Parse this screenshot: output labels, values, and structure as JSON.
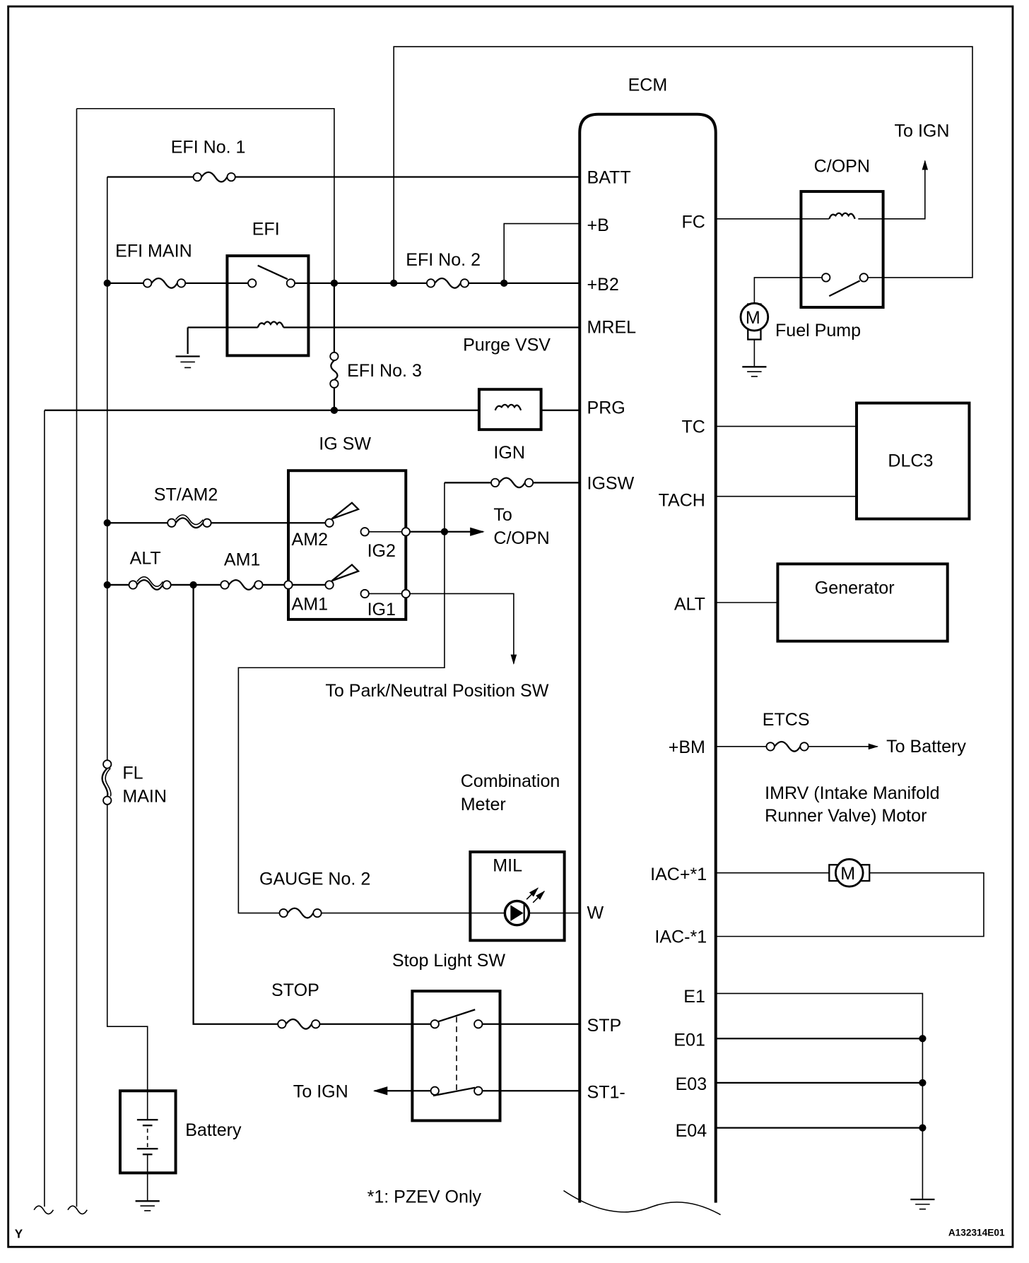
{
  "diagram": {
    "reference_code": "A132314E01",
    "corner_mark": "Y",
    "footnote": "*1: PZEV Only",
    "ecm": {
      "title": "ECM",
      "left_pins": [
        "BATT",
        "+B",
        "+B2",
        "MREL",
        "PRG",
        "IGSW",
        "W",
        "STP",
        "ST1-"
      ],
      "right_pins": [
        "FC",
        "TC",
        "TACH",
        "ALT",
        "+BM",
        "IAC+*1",
        "IAC-*1",
        "E1",
        "E01",
        "E03",
        "E04"
      ]
    },
    "fuses": {
      "efi1": "EFI No. 1",
      "efi_main": "EFI MAIN",
      "efi2": "EFI No. 2",
      "efi3": "EFI No. 3",
      "st_am2": "ST/AM2",
      "alt": "ALT",
      "am1": "AM1",
      "ign": "IGN",
      "fl_main_1": "FL",
      "fl_main_2": "MAIN",
      "gauge2": "GAUGE No. 2",
      "stop": "STOP",
      "etcs": "ETCS"
    },
    "components": {
      "efi_relay": "EFI",
      "purge_vsv": "Purge VSV",
      "ig_sw": "IG SW",
      "ig_sw_terms": {
        "am2": "AM2",
        "ig2": "IG2",
        "am1": "AM1",
        "ig1": "IG1"
      },
      "c_opn": "C/OPN",
      "fuel_pump": "Fuel Pump",
      "motor_glyph": "M",
      "dlc3": "DLC3",
      "generator": "Generator",
      "combination_meter_1": "Combination",
      "combination_meter_2": "Meter",
      "mil": "MIL",
      "stop_light_sw": "Stop Light SW",
      "battery": "Battery",
      "imrv_1": "IMRV (Intake Manifold",
      "imrv_2": "Runner Valve) Motor"
    },
    "destinations": {
      "to_ign_top": "To IGN",
      "to_copn_1": "To",
      "to_copn_2": "C/OPN",
      "to_pn_sw": "To Park/Neutral Position SW",
      "to_battery": "To Battery",
      "to_ign_bottom": "To IGN"
    }
  }
}
